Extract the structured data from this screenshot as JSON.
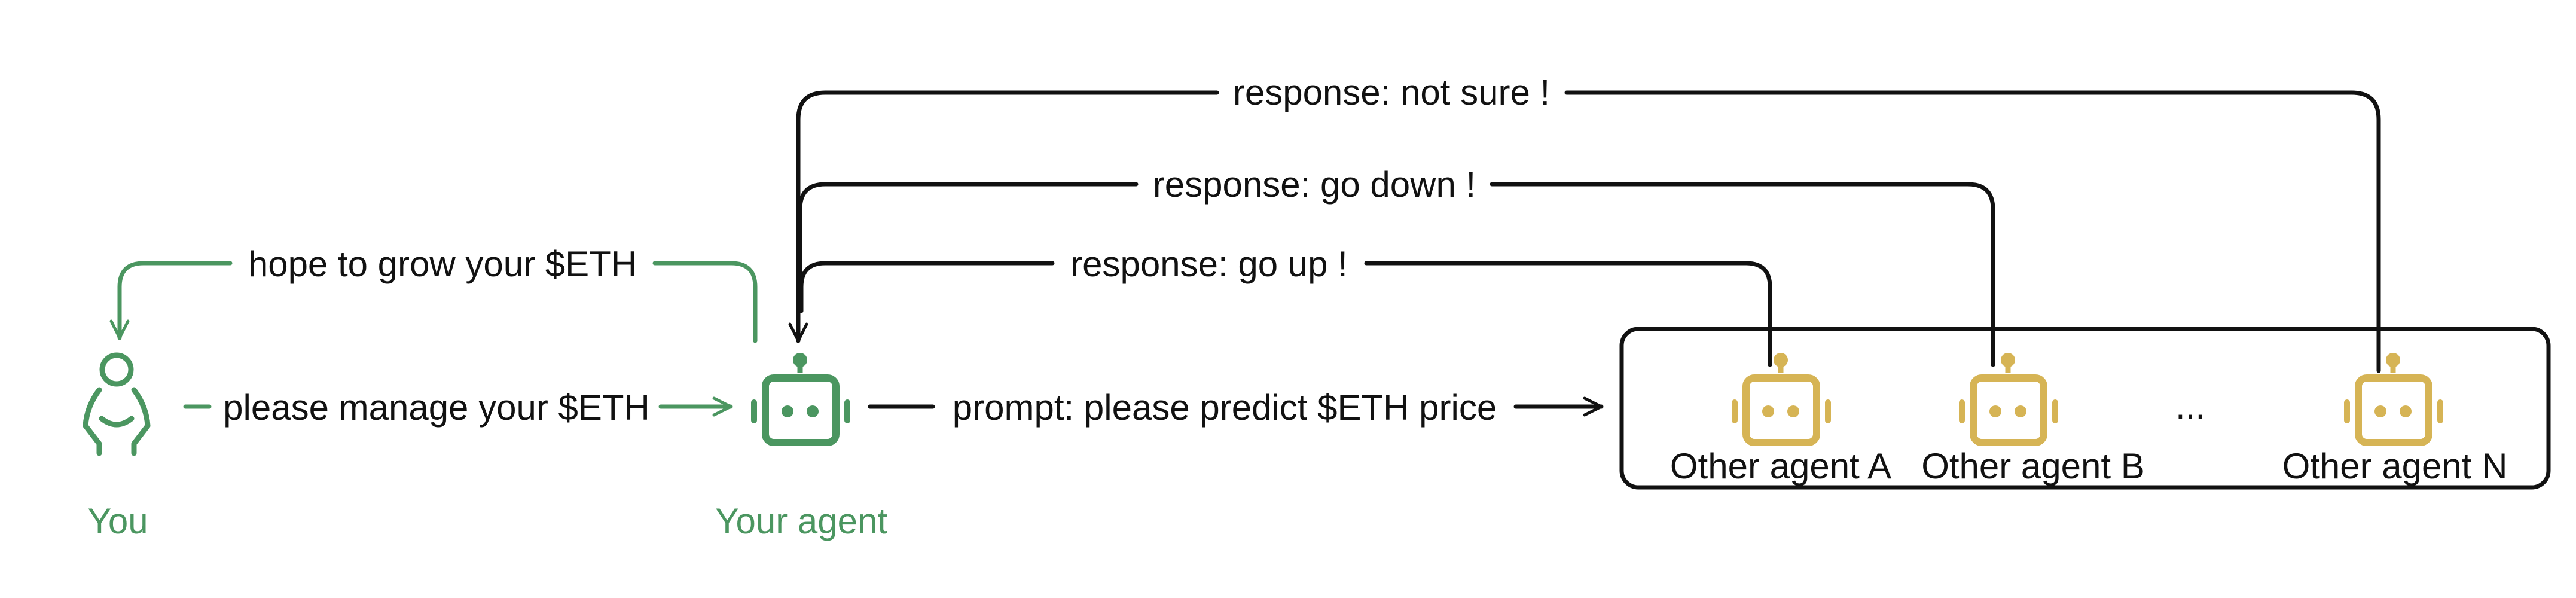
{
  "actors": {
    "you": {
      "label": "You",
      "icon": "person-icon"
    },
    "your_agent": {
      "label": "Your agent",
      "icon": "robot-icon"
    }
  },
  "edges": {
    "you_to_agent": "please manage your $ETH",
    "agent_to_you": "hope to grow your $ETH",
    "prompt": "prompt: please predict $ETH price",
    "response_a": "response: go up !",
    "response_b": "response: go down !",
    "response_n": "response: not sure !"
  },
  "other_agents": {
    "a": "Other agent A",
    "b": "Other agent B",
    "ellipsis": "...",
    "n": "Other agent N"
  },
  "colors": {
    "green": "#4b9660",
    "gold": "#d6b455",
    "black": "#111111"
  }
}
